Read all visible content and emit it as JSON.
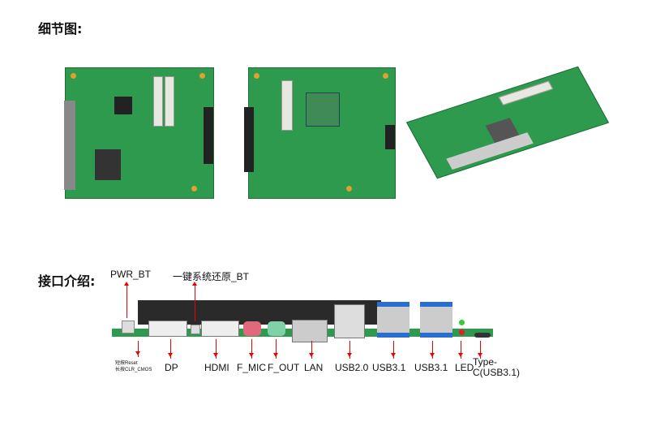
{
  "headings": {
    "detail": "细节图:",
    "interfaces": "接口介绍:"
  },
  "labels": {
    "pwr_bt": "PWR_BT",
    "restore_bt": "一键系统还原_BT",
    "reset_line1": "短按Reset",
    "reset_line2": "长按CLR_CMOS",
    "dp": "DP",
    "hdmi": "HDMI",
    "f_mic": "F_MIC",
    "f_out": "F_OUT",
    "lan": "LAN",
    "usb20": "USB2.0",
    "usb31a": "USB3.1",
    "usb31b": "USB3.1",
    "led": "LED",
    "typec_line1": "Type-",
    "typec_line2": "C(USB3.1)"
  },
  "colors": {
    "pcb": "#2e9a4e",
    "arrow": "#e00000",
    "usb3": "#2a6fd0"
  }
}
